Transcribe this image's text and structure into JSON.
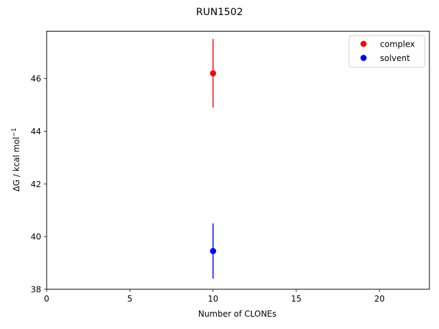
{
  "chart_data": {
    "type": "scatter",
    "title": "RUN1502",
    "xlabel": "Number of CLONEs",
    "ylabel_prefix": "ΔG / kcal mol",
    "ylabel_sup": "−1",
    "xlim": [
      0,
      23
    ],
    "ylim": [
      38,
      47.8
    ],
    "xticks": [
      0,
      5,
      10,
      15,
      20
    ],
    "yticks": [
      38,
      40,
      42,
      44,
      46
    ],
    "grid": false,
    "legend_position": "top-right",
    "series": [
      {
        "name": "complex",
        "color": "#ff0000",
        "points": [
          {
            "x": 10,
            "y": 46.2,
            "err_low": 44.9,
            "err_high": 47.5
          }
        ]
      },
      {
        "name": "solvent",
        "color": "#0000ff",
        "points": [
          {
            "x": 10,
            "y": 39.45,
            "err_low": 38.4,
            "err_high": 40.5
          }
        ]
      }
    ]
  }
}
